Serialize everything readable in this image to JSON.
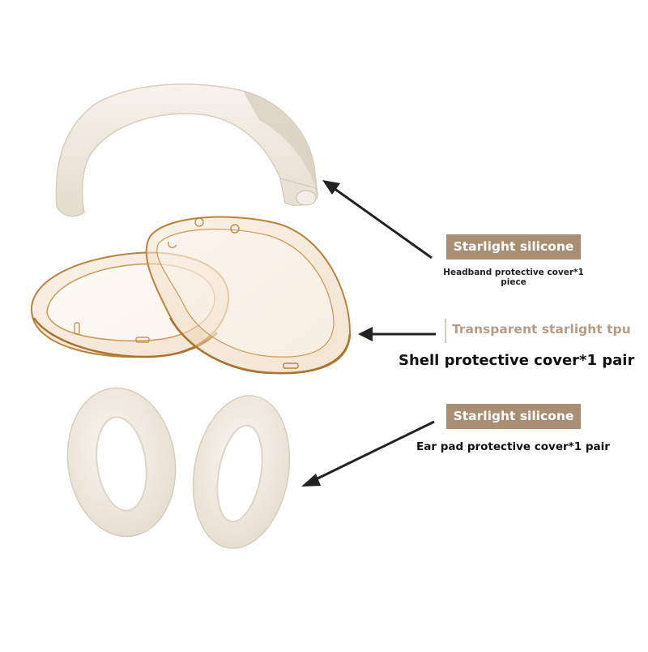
{
  "labels": {
    "headband_tag": "Starlight silicone",
    "headband_desc": "Headband protective cover*1 piece",
    "shell_tag": "Transparent starlight tpu",
    "shell_desc": "Shell protective cover*1 pair",
    "earpad_tag": "Starlight silicone",
    "earpad_desc": "Ear pad protective cover*1 pair"
  },
  "colors": {
    "tag_background": "#a88e73",
    "tpu_text": "#b59c86",
    "silicone": "#efe9df",
    "tpu_edge": "#b8843c"
  },
  "icons": [
    "arrow-icon",
    "arrow-icon",
    "arrow-icon"
  ]
}
